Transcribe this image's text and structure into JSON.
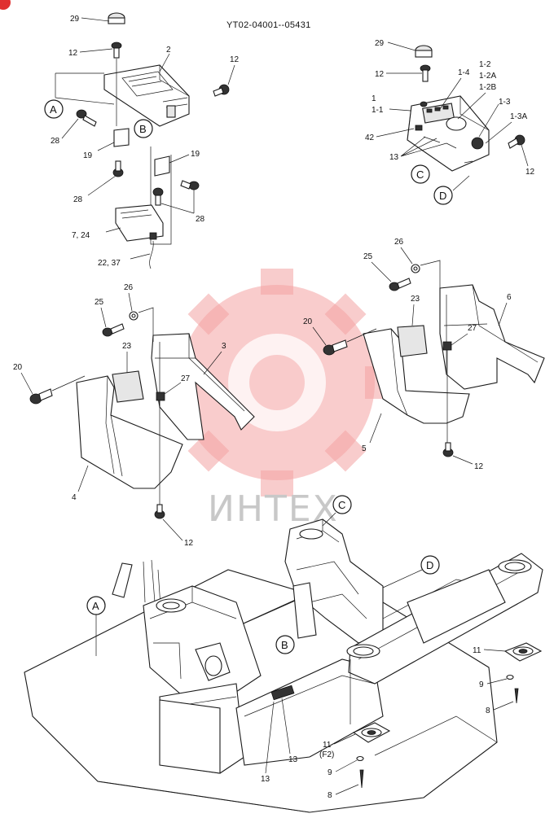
{
  "header": {
    "code": "YT02-04001--05431"
  },
  "watermark": {
    "text": "ИНТЕХ",
    "color": "#f4a3a3"
  },
  "refs": {
    "a": "A",
    "b": "B",
    "c": "C",
    "d": "D"
  },
  "labels": {
    "n29": "29",
    "n12": "12",
    "n2": "2",
    "n28": "28",
    "n19": "19",
    "n7_24": "7, 24",
    "n22_37": "22, 37",
    "n1": "1",
    "n1_1": "1-1",
    "n1_4": "1-4",
    "n1_2": "1-2",
    "n1_2A": "1-2A",
    "n1_2B": "1-2B",
    "n1_3": "1-3",
    "n1_3A": "1-3A",
    "n42": "42",
    "n13": "13",
    "n25": "25",
    "n26": "26",
    "n20": "20",
    "n23": "23",
    "n27": "27",
    "n3": "3",
    "n4": "4",
    "n5": "5",
    "n6": "6",
    "n11": "11",
    "n9": "9",
    "n8": "8",
    "nF2": "(F2)"
  }
}
